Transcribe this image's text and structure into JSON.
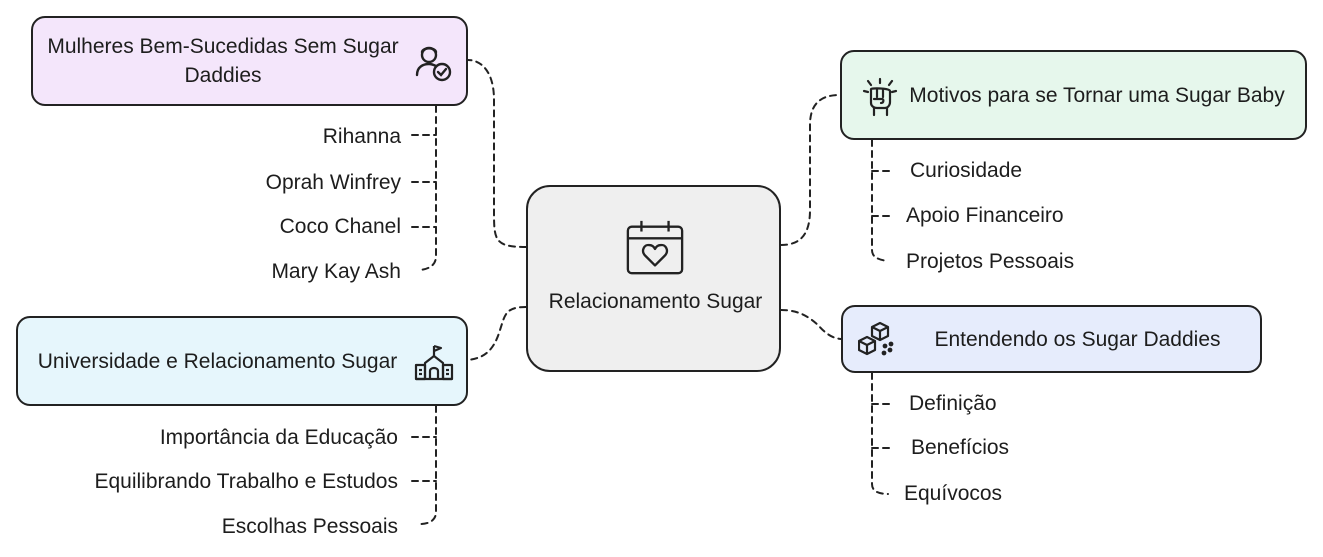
{
  "center": {
    "label": "Relacionamento Sugar",
    "icon": "calendar-heart-icon"
  },
  "branches": [
    {
      "id": "mulheres",
      "title": "Mulheres Bem-Sucedidas Sem Sugar Daddies",
      "icon": "user-check-icon",
      "color": "#f4e6fb",
      "items": [
        "Rihanna",
        "Oprah Winfrey",
        "Coco Chanel",
        "Mary Kay Ash"
      ]
    },
    {
      "id": "universidade",
      "title": "Universidade e Relacionamento Sugar",
      "icon": "school-icon",
      "color": "#e6f6fc",
      "items": [
        "Importância da Educação",
        "Equilibrando Trabalho e Estudos",
        "Escolhas Pessoais"
      ]
    },
    {
      "id": "motivos",
      "title": "Motivos para se Tornar uma Sugar Baby",
      "icon": "raised-fist-icon",
      "color": "#e6f7ec",
      "items": [
        "Curiosidade",
        "Apoio Financeiro",
        "Projetos Pessoais"
      ]
    },
    {
      "id": "entendendo",
      "title": "Entendendo os Sugar Daddies",
      "icon": "blocks-icon",
      "color": "#e6ecfc",
      "items": [
        "Definição",
        "Benefícios",
        "Equívocos"
      ]
    }
  ]
}
